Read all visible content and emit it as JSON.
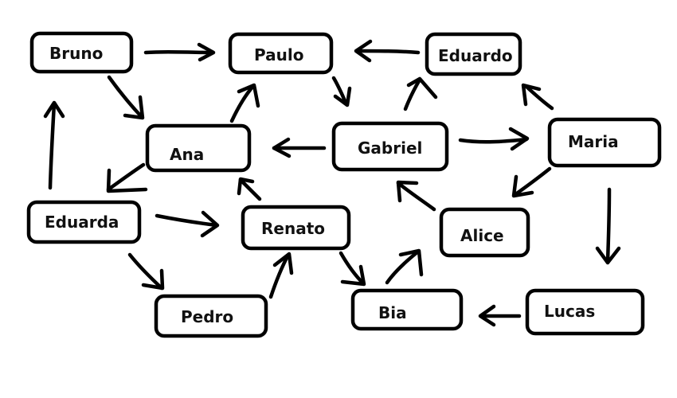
{
  "nodes": {
    "bruno": "Bruno",
    "paulo": "Paulo",
    "eduardo": "Eduardo",
    "ana": "Ana",
    "gabriel": "Gabriel",
    "maria": "Maria",
    "eduarda": "Eduarda",
    "renato": "Renato",
    "alice": "Alice",
    "pedro": "Pedro",
    "bia": "Bia",
    "lucas": "Lucas"
  },
  "edges": [
    {
      "from": "Bruno",
      "to": "Paulo"
    },
    {
      "from": "Bruno",
      "to": "Ana"
    },
    {
      "from": "Eduardo",
      "to": "Paulo"
    },
    {
      "from": "Paulo",
      "to": "Gabriel"
    },
    {
      "from": "Gabriel",
      "to": "Eduardo"
    },
    {
      "from": "Maria",
      "to": "Eduardo"
    },
    {
      "from": "Ana",
      "to": "Paulo"
    },
    {
      "from": "Gabriel",
      "to": "Ana"
    },
    {
      "from": "Gabriel",
      "to": "Maria"
    },
    {
      "from": "Ana",
      "to": "Eduarda"
    },
    {
      "from": "Eduarda",
      "to": "Bruno"
    },
    {
      "from": "Maria",
      "to": "Alice"
    },
    {
      "from": "Maria",
      "to": "Lucas"
    },
    {
      "from": "Alice",
      "to": "Gabriel"
    },
    {
      "from": "Renato",
      "to": "Ana"
    },
    {
      "from": "Eduarda",
      "to": "Renato"
    },
    {
      "from": "Eduarda",
      "to": "Pedro"
    },
    {
      "from": "Pedro",
      "to": "Renato"
    },
    {
      "from": "Renato",
      "to": "Bia"
    },
    {
      "from": "Bia",
      "to": "Alice"
    },
    {
      "from": "Lucas",
      "to": "Bia"
    }
  ]
}
